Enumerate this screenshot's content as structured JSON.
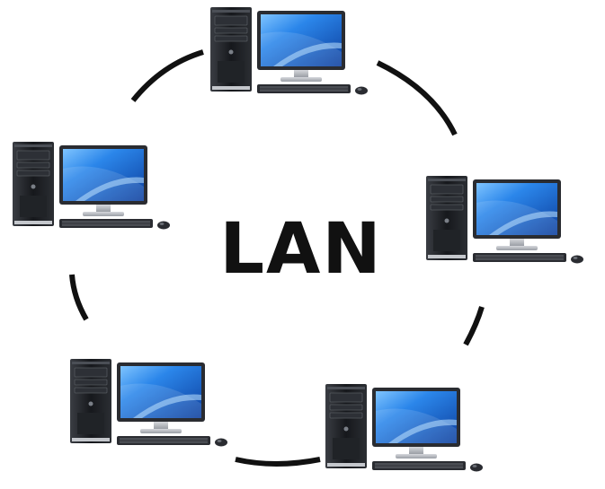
{
  "diagram": {
    "center_label": "LAN",
    "topology": "ring",
    "node_count": 5,
    "nodes": [
      {
        "name": "computer-top"
      },
      {
        "name": "computer-left"
      },
      {
        "name": "computer-right"
      },
      {
        "name": "computer-bottom-left"
      },
      {
        "name": "computer-bottom-right"
      }
    ],
    "colors": {
      "ring": "#111111",
      "tower": "#1b1d21",
      "monitor_screen": "#1f6fd6",
      "monitor_frame": "#2a2c31",
      "stand": "#b9bcc2",
      "background": "#ffffff"
    }
  }
}
